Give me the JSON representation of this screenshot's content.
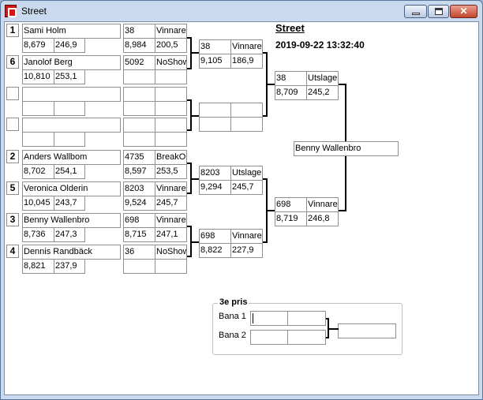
{
  "window": {
    "title": "Street"
  },
  "event": {
    "title": "Street",
    "datetime": "2019-09-22 13:32:40"
  },
  "round1": [
    {
      "seed": "1",
      "name": "Sami Holm",
      "time": "8,679",
      "speed": "246,9"
    },
    {
      "seed": "6",
      "name": "Janolof Berg",
      "time": "10,810",
      "speed": "253,1"
    },
    {
      "seed": "",
      "name": "",
      "time": "",
      "speed": ""
    },
    {
      "seed": "",
      "name": "",
      "time": "",
      "speed": ""
    },
    {
      "seed": "2",
      "name": "Anders  Wallbom",
      "time": "8,702",
      "speed": "254,1"
    },
    {
      "seed": "5",
      "name": "Veronica Olderin",
      "time": "10,045",
      "speed": "243,7"
    },
    {
      "seed": "3",
      "name": "Benny Wallenbro",
      "time": "8,736",
      "speed": "247,3"
    },
    {
      "seed": "4",
      "name": "Dennis Randbäck",
      "time": "8,821",
      "speed": "237,9"
    }
  ],
  "round1_results": [
    {
      "car": "38",
      "status": "Vinnare",
      "time": "8,984",
      "speed": "200,5"
    },
    {
      "car": "5092",
      "status": "NoShow",
      "time": "",
      "speed": ""
    },
    {
      "car": "",
      "status": "",
      "time": "",
      "speed": ""
    },
    {
      "car": "",
      "status": "",
      "time": "",
      "speed": ""
    },
    {
      "car": "4735",
      "status": "BreakOut",
      "time": "8,597",
      "speed": "253,5"
    },
    {
      "car": "8203",
      "status": "Vinnare",
      "time": "9,524",
      "speed": "245,7"
    },
    {
      "car": "698",
      "status": "Vinnare",
      "time": "8,715",
      "speed": "247,1"
    },
    {
      "car": "36",
      "status": "NoShow",
      "time": "",
      "speed": ""
    }
  ],
  "round2": [
    {
      "car": "38",
      "status": "Vinnare",
      "time": "9,105",
      "speed": "186,9"
    },
    {
      "car": "",
      "status": "",
      "time": "",
      "speed": ""
    },
    {
      "car": "8203",
      "status": "Utslagen",
      "time": "9,294",
      "speed": "245,7"
    },
    {
      "car": "698",
      "status": "Vinnare",
      "time": "8,822",
      "speed": "227,9"
    }
  ],
  "semifinal": [
    {
      "car": "38",
      "status": "Utslagen",
      "time": "8,709",
      "speed": "245,2"
    },
    {
      "car": "698",
      "status": "Vinnare",
      "time": "8,719",
      "speed": "246,8"
    }
  ],
  "winner": "Benny Wallenbro",
  "third_prize": {
    "label": "3e pris",
    "lane1_label": "Bana 1",
    "lane2_label": "Bana 2",
    "lane1": {
      "a": "",
      "b": ""
    },
    "lane2": {
      "a": "",
      "b": ""
    },
    "result": ""
  }
}
